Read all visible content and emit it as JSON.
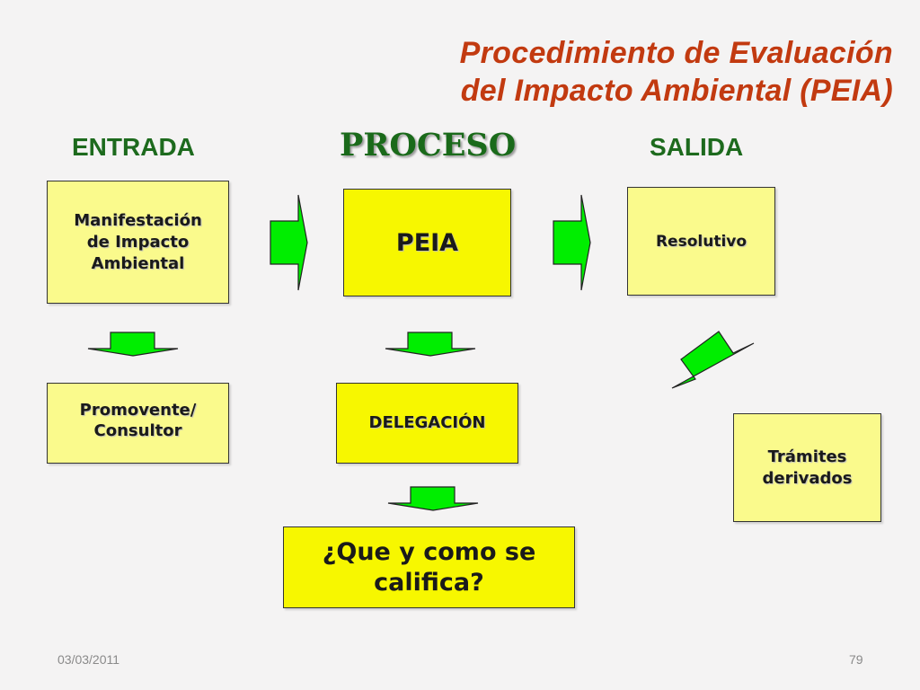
{
  "title": {
    "line1": "Procedimiento de Evaluación",
    "line2": "del Impacto Ambiental (PEIA)"
  },
  "columns": {
    "entrada": "ENTRADA",
    "proceso": "PROCESO",
    "salida": "SALIDA"
  },
  "boxes": {
    "manifestacion": "Manifestación de Impacto Ambiental",
    "peia": "PEIA",
    "resolutivo": "Resolutivo",
    "promovente": "Promovente/ Consultor",
    "delegacion": "DELEGACIÓN",
    "tramites": "Trámites derivados",
    "califica": "¿Que y como se califica?"
  },
  "footer": {
    "date": "03/03/2011",
    "page": "79"
  },
  "colors": {
    "title": "#c23a10",
    "heading": "#1d6a1d",
    "box_pale": "#fafa8c",
    "box_bright": "#f7f700",
    "arrow": "#00ee00"
  }
}
